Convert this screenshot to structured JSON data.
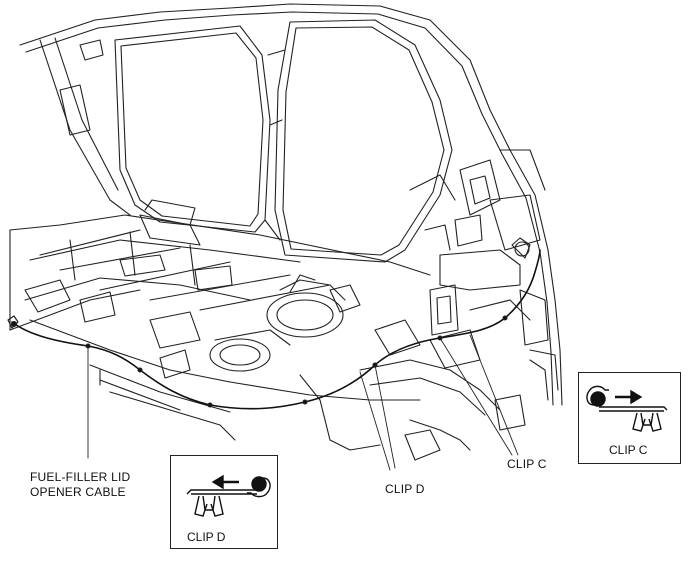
{
  "labels": {
    "cable_line1": "FUEL-FILLER LID",
    "cable_line2": "OPENER CABLE",
    "clip_c": "CLIP C",
    "clip_d": "CLIP D"
  },
  "insets": {
    "clip_c_label": "CLIP C",
    "clip_d_label": "CLIP D"
  },
  "colors": {
    "line": "#222222",
    "background": "#ffffff"
  }
}
